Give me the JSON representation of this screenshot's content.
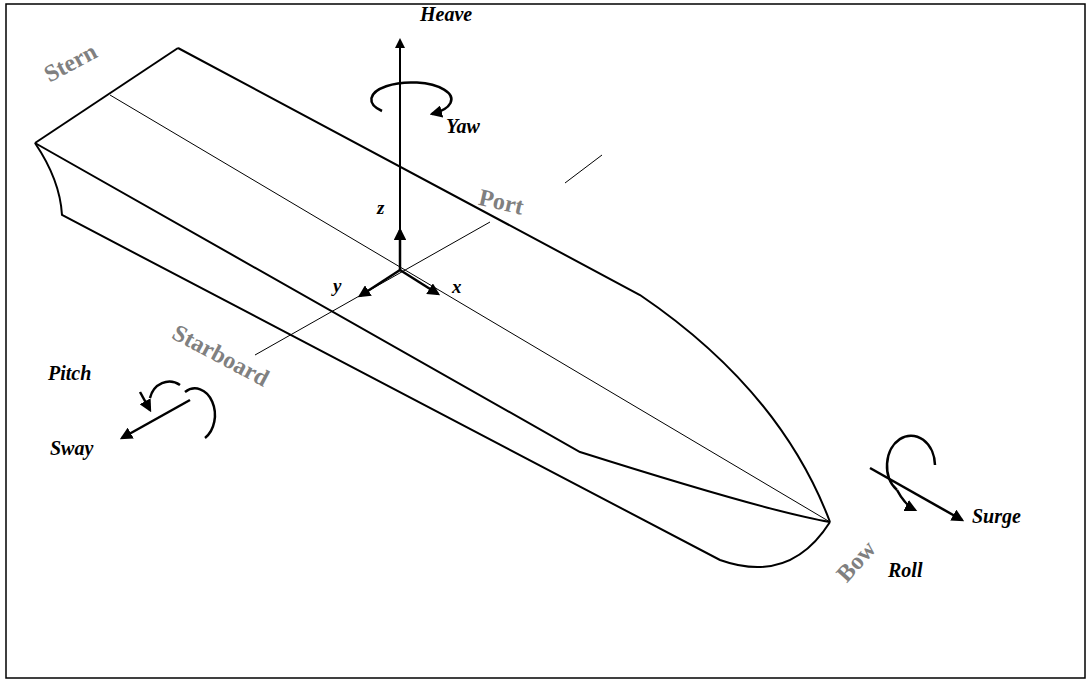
{
  "diagram": {
    "labels": [
      "Heave",
      "Yaw",
      "Stern",
      "Port",
      "z",
      "y",
      "x",
      "Starboard",
      "Pitch",
      "Sway",
      "Bow",
      "Surge",
      "Roll"
    ]
  }
}
